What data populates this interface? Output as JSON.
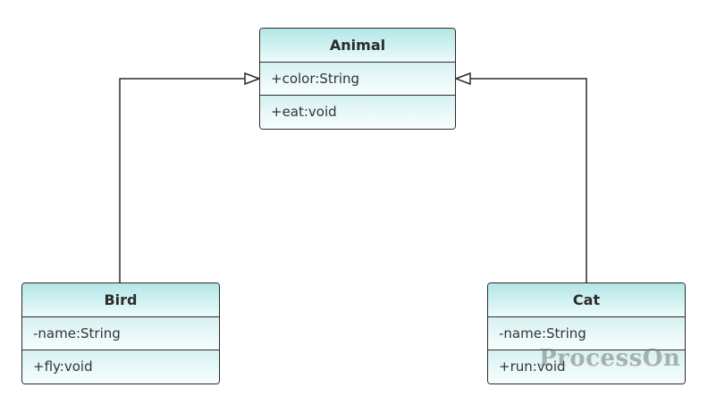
{
  "diagram": {
    "classes": {
      "animal": {
        "name": "Animal",
        "attributes": [
          "+color:String"
        ],
        "methods": [
          "+eat:void"
        ]
      },
      "bird": {
        "name": "Bird",
        "attributes": [
          "-name:String"
        ],
        "methods": [
          "+fly:void"
        ]
      },
      "cat": {
        "name": "Cat",
        "attributes": [
          "-name:String"
        ],
        "methods": [
          "+run:void"
        ]
      }
    },
    "relations": [
      {
        "type": "generalization",
        "from": "Bird",
        "to": "Animal"
      },
      {
        "type": "generalization",
        "from": "Cat",
        "to": "Animal"
      }
    ],
    "colors": {
      "header_fill": "#b4e6e6",
      "row_fill": "#e8f8f8",
      "border": "#2b2b2b",
      "connector": "#2b2b2b"
    }
  },
  "watermark": {
    "text": "ProcessOn"
  }
}
